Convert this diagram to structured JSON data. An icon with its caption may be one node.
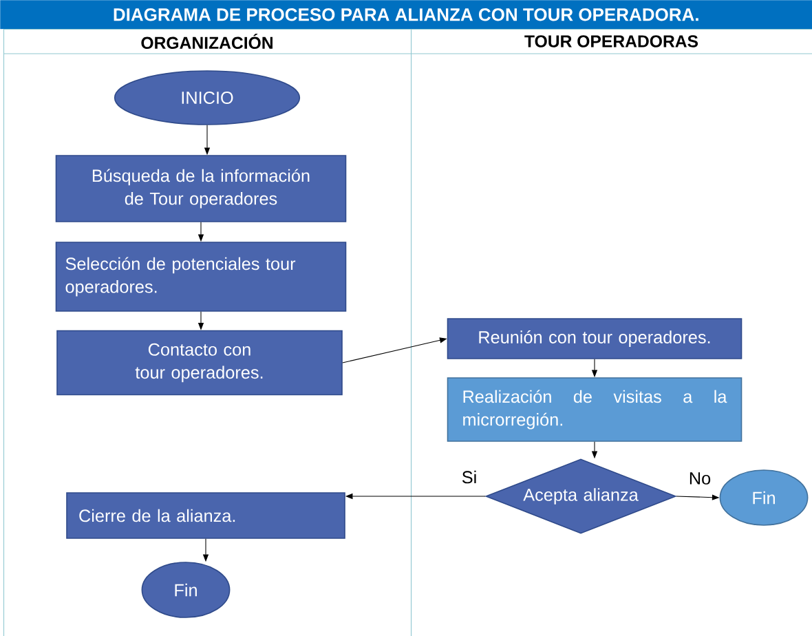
{
  "diagram": {
    "title": "DIAGRAMA DE PROCESO PARA ALIANZA CON TOUR OPERADORA.",
    "nodes": [
      {
        "text": [
          "ORGANIZACIÓN"
        ]
      },
      {
        "text": [
          "INICIO"
        ],
        "in": 0
      },
      {
        "text": [
          "Búsqueda de la información de Tour operadores"
        ],
        "in": 0
      },
      {
        "text": [
          "Selección de potenciales tour operadores."
        ],
        "in": 0
      },
      {
        "text": [
          "Contacto con tour operadores."
        ],
        "in": 0
      },
      {
        "text": [
          "TOUR OPERADORAS"
        ]
      },
      {
        "text": [
          "Reunión con tour operadores."
        ],
        "in": 5
      },
      {
        "text": [
          "Realización de visitas a la microrregión."
        ],
        "in": 5
      },
      {
        "text": [
          "Acepta alianza"
        ],
        "in": 5
      },
      {
        "text": [
          "Fin"
        ],
        "in": 5
      },
      {
        "text": [
          "Cierre de la alianza."
        ],
        "in": 0
      },
      {
        "text": [
          "Fin"
        ],
        "in": 0
      }
    ],
    "edges": [
      {
        "from": 1,
        "to": 2,
        "arrow": "to"
      },
      {
        "from": 2,
        "to": 3,
        "arrow": "to"
      },
      {
        "from": 3,
        "to": 4,
        "arrow": "to"
      },
      {
        "from": 4,
        "to": 6,
        "arrow": "to"
      },
      {
        "from": 6,
        "to": 7,
        "arrow": "to"
      },
      {
        "from": 7,
        "to": 8,
        "arrow": "to"
      },
      {
        "from": 8,
        "to": 10,
        "label": "Si",
        "arrow": "to"
      },
      {
        "from": 8,
        "to": 9,
        "label": "No",
        "arrow": "to"
      },
      {
        "from": 10,
        "to": 11,
        "arrow": "to"
      }
    ]
  }
}
